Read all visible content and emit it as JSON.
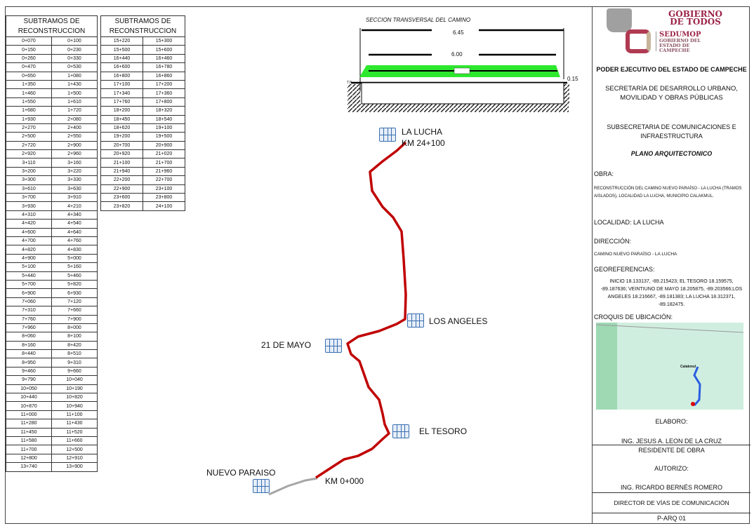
{
  "tables": [
    {
      "header": "SUBTRAMOS DE RECONSTRUCCION",
      "rows": [
        [
          "0+070",
          "0+100"
        ],
        [
          "0+150",
          "0+230"
        ],
        [
          "0+260",
          "0+330"
        ],
        [
          "0+470",
          "0+530"
        ],
        [
          "0+650",
          "1+080"
        ],
        [
          "1+350",
          "1+430"
        ],
        [
          "1+460",
          "1+500"
        ],
        [
          "1+550",
          "1+610"
        ],
        [
          "1+680",
          "1+720"
        ],
        [
          "1+930",
          "2+080"
        ],
        [
          "2+270",
          "2+400"
        ],
        [
          "2+500",
          "2+550"
        ],
        [
          "2+720",
          "2+900"
        ],
        [
          "2+920",
          "2+960"
        ],
        [
          "3+110",
          "3+160"
        ],
        [
          "3+200",
          "3+220"
        ],
        [
          "3+300",
          "3+330"
        ],
        [
          "3+610",
          "3+630"
        ],
        [
          "3+700",
          "3+910"
        ],
        [
          "3+930",
          "4+210"
        ],
        [
          "4+310",
          "4+340"
        ],
        [
          "4+420",
          "4+540"
        ],
        [
          "4+600",
          "4+640"
        ],
        [
          "4+700",
          "4+760"
        ],
        [
          "4+820",
          "4+830"
        ],
        [
          "4+900",
          "5+000"
        ],
        [
          "5+100",
          "5+160"
        ],
        [
          "5+440",
          "5+460"
        ],
        [
          "5+700",
          "5+820"
        ],
        [
          "6+900",
          "6+930"
        ],
        [
          "7+060",
          "7+120"
        ],
        [
          "7+310",
          "7+660"
        ],
        [
          "7+760",
          "7+900"
        ],
        [
          "7+960",
          "8+000"
        ],
        [
          "8+060",
          "8+100"
        ],
        [
          "8+160",
          "8+420"
        ],
        [
          "8+440",
          "8+510"
        ],
        [
          "8+950",
          "9+310"
        ],
        [
          "9+460",
          "9+660"
        ],
        [
          "9+790",
          "10+040"
        ],
        [
          "10+050",
          "10+190"
        ],
        [
          "10+440",
          "10+820"
        ],
        [
          "10+870",
          "10+940"
        ],
        [
          "11+000",
          "11+100"
        ],
        [
          "11+280",
          "11+430"
        ],
        [
          "11+450",
          "11+520"
        ],
        [
          "11+580",
          "11+660"
        ],
        [
          "11+700",
          "12+500"
        ],
        [
          "12+800",
          "12+910"
        ],
        [
          "13+740",
          "13+900"
        ]
      ]
    },
    {
      "header": "SUBTRAMOS DE RECONSTRUCCION",
      "rows": [
        [
          "15+220",
          "15+300"
        ],
        [
          "15+500",
          "15+600"
        ],
        [
          "16+440",
          "16+460"
        ],
        [
          "16+600",
          "16+780"
        ],
        [
          "16+800",
          "16+860"
        ],
        [
          "17+100",
          "17+200"
        ],
        [
          "17+340",
          "17+360"
        ],
        [
          "17+760",
          "17+800"
        ],
        [
          "18+200",
          "18+320"
        ],
        [
          "18+450",
          "18+540"
        ],
        [
          "18+620",
          "19+100"
        ],
        [
          "19+200",
          "19+500"
        ],
        [
          "20+700",
          "20+900"
        ],
        [
          "20+920",
          "21+020"
        ],
        [
          "21+100",
          "21+700"
        ],
        [
          "21+940",
          "21+960"
        ],
        [
          "22+200",
          "22+700"
        ],
        [
          "22+900",
          "23+100"
        ],
        [
          "23+600",
          "23+800"
        ],
        [
          "23+820",
          "24+100"
        ]
      ]
    }
  ],
  "section": {
    "title": "SECCION TRANSVERSAL DEL CAMINO",
    "dim_total": "6.45",
    "dim_road": "6.00",
    "dim_thickness": "0.15",
    "ground_label": "T.N."
  },
  "route": {
    "labels": {
      "la_lucha": "LA LUCHA",
      "km_end": "KM 24+100",
      "los_angeles": "LOS ANGELES",
      "mayo": "21 DE MAYO",
      "tesoro": "EL TESORO",
      "nuevo_paraiso": "NUEVO PARAISO",
      "km_start": "KM 0+000"
    },
    "colors": {
      "road": "#c00000",
      "existing": "#a6a6a6",
      "section_fill": "#2ee82e"
    }
  },
  "panel": {
    "logo_text": {
      "gob1": "GOBIERNO",
      "gob2": "DE TODOS",
      "sedumop": "SEDUMOP",
      "sedumop_sub": "GOBIERNO DEL ESTADO DE CAMPECHE"
    },
    "poder": "PODER EJECUTIVO DEL ESTADO DE CAMPECHE",
    "secretaria": "SECRETARÍA DE DESARROLLO URBANO, MOVILIDAD Y OBRAS PÚBLICAS",
    "subsecretaria": "SUBSECRETARIA DE COMUNICACIONES E INFRAESTRUCTURA",
    "plano": "PLANO ARQUITECTONICO",
    "obra_label": "OBRA:",
    "obra": "RECONSTRUCCIÓN DEL CAMINO NUEVO PARAÍSO - LA LUCHA (TRAMOS AISLADOS), LOCALIDAD LA LUCHA, MUNICIPIO CALAKMUL.",
    "localidad": "LOCALIDAD: LA LUCHA",
    "direccion_label": "DIRECCIÓN:",
    "direccion": "CAMINO NUEVO PARAÍSO - LA LUCHA",
    "geo_label": "GEOREFERENCIAS:",
    "geo": "INICIO 18.133137, -89.215423;  EL TESORO 18.159575, -89.187636; VEINTIUNO DE MAYO 18.205875, -89.203566;LOS ANGELES 18.216667, -89.181383; LA LUCHA 18.312371, -89.182475.",
    "croquis_label": "CROQUIS DE UBICACIÓN:",
    "map_place": "Calakmul",
    "elaboro_label": "ELABORO:",
    "elaboro": "ING. JESUS A. LEON DE LA CRUZ",
    "elaboro_cargo": "RESIDENTE DE OBRA",
    "autorizo_label": "AUTORIZO:",
    "autorizo": "ING. RICARDO BERNÉS ROMERO",
    "autorizo_cargo": "DIRECTOR DE VÍAS DE COMUNICACIÓN",
    "plano_num": "P-ARQ 01"
  }
}
